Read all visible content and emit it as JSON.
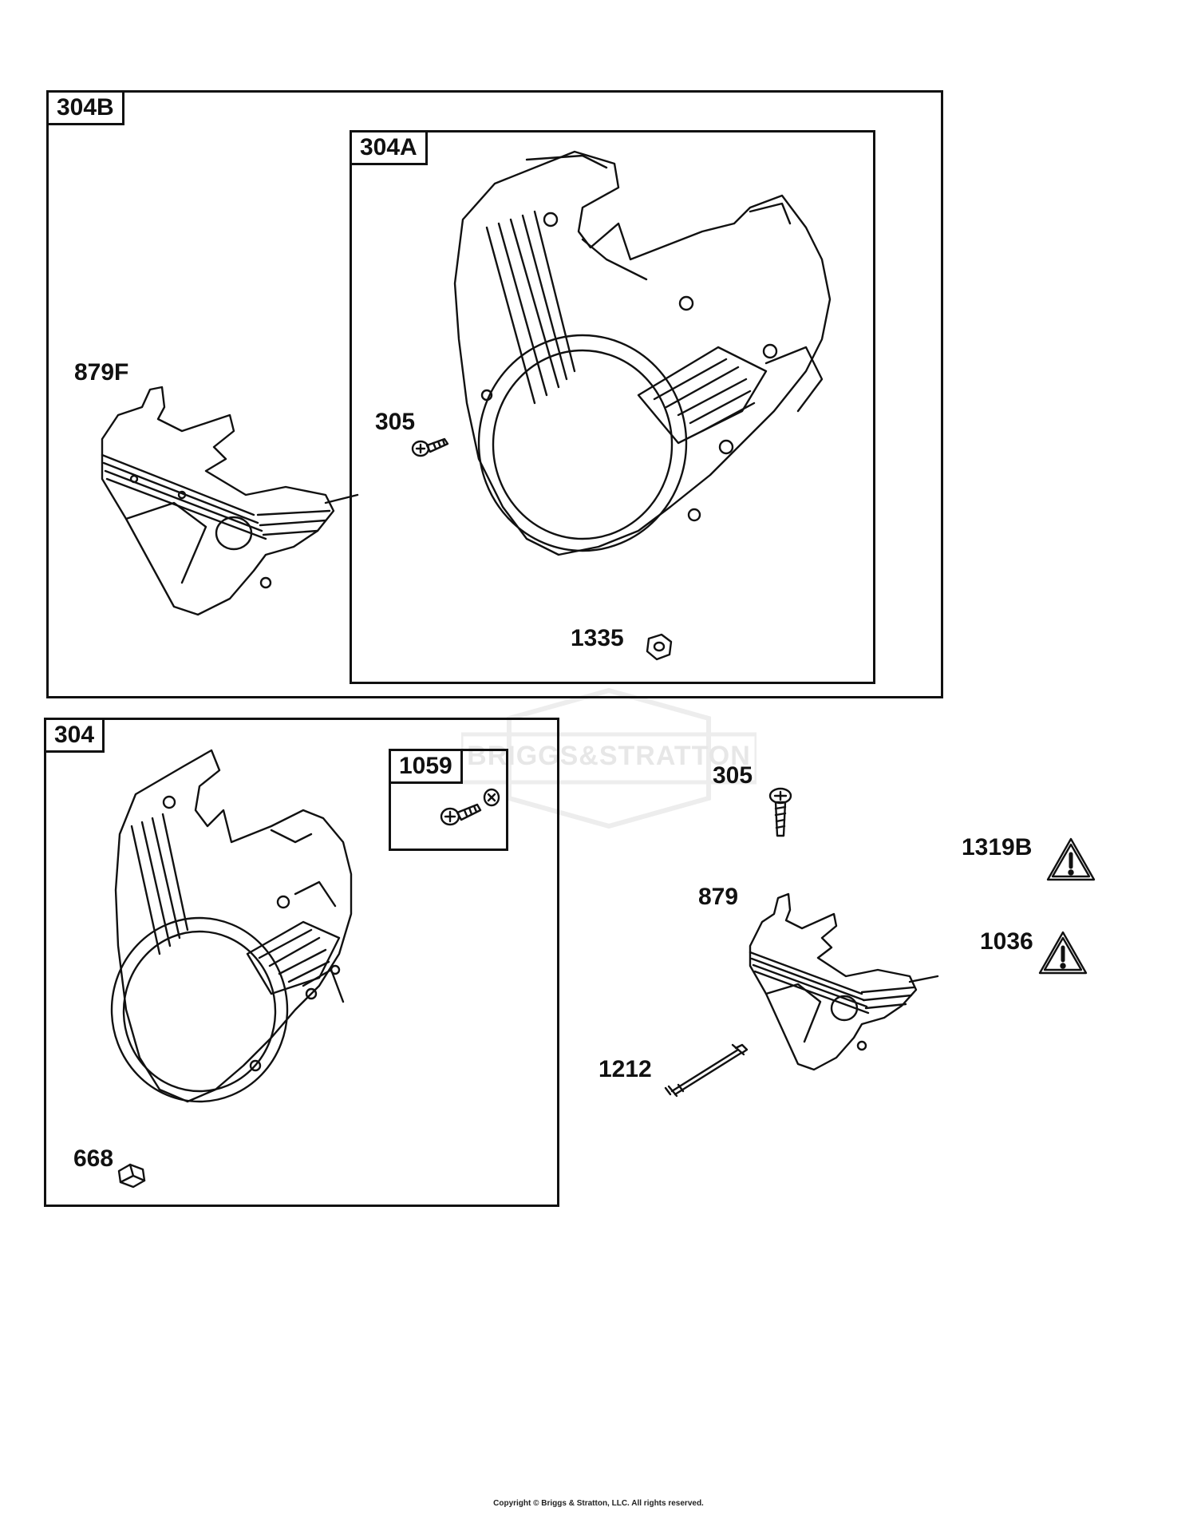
{
  "groups": {
    "g304B": "304B",
    "g304A": "304A",
    "g304": "304",
    "g1059": "1059"
  },
  "callouts": {
    "c879F": "879F",
    "c305a": "305",
    "c1335": "1335",
    "c305b": "305",
    "c1319B": "1319B",
    "c879": "879",
    "c1036": "1036",
    "c1212": "1212",
    "c668": "668"
  },
  "watermark": "BRIGGS&STRATTON",
  "copyright": "Copyright © Briggs & Stratton, LLC. All rights reserved."
}
